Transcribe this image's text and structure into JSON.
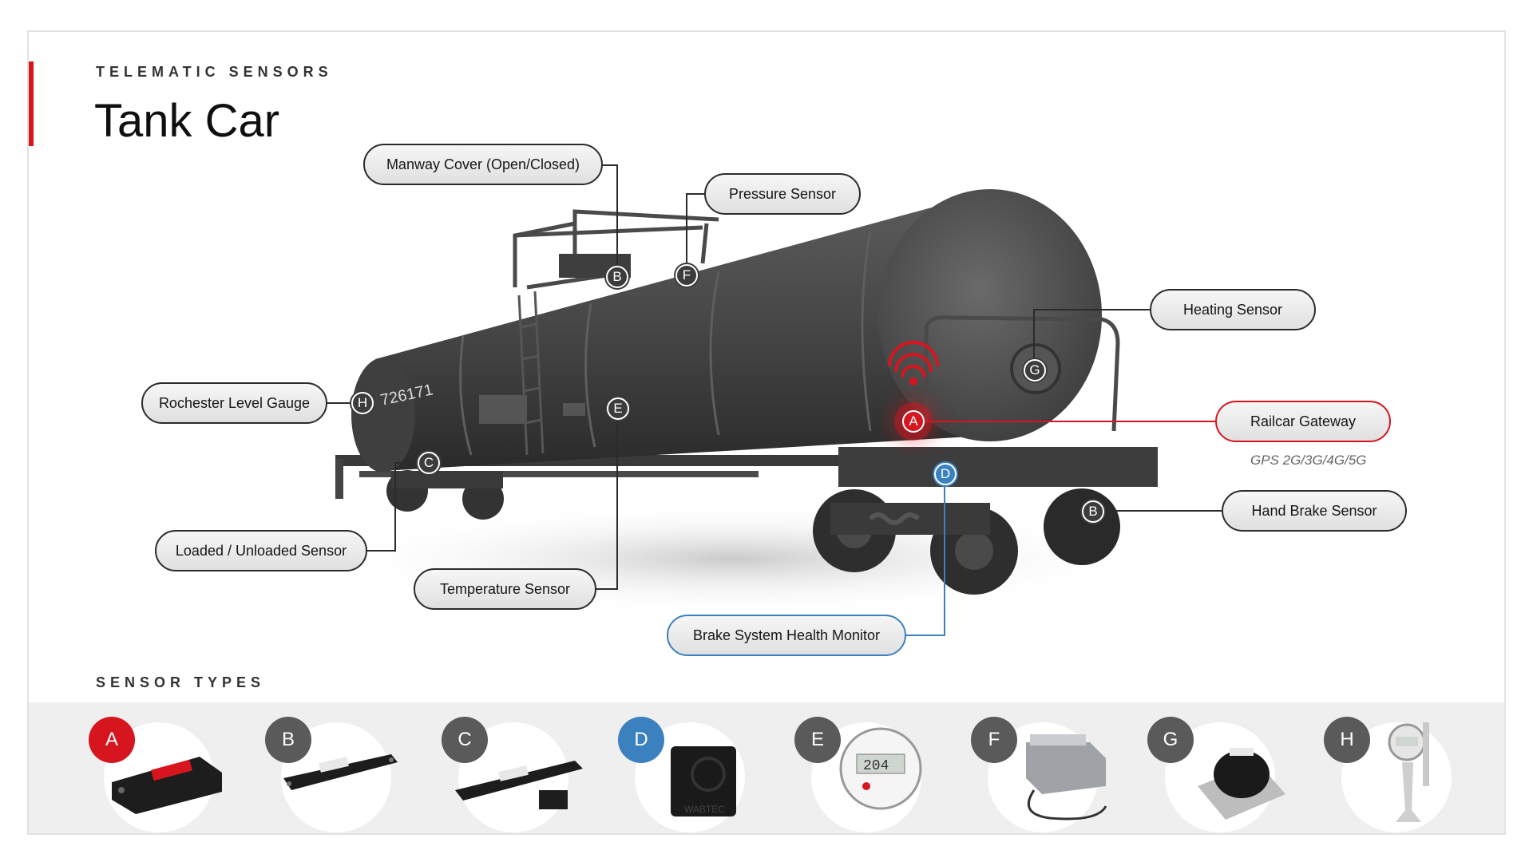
{
  "header": {
    "kicker": "TELEMATIC SENSORS",
    "title": "Tank Car"
  },
  "callouts": {
    "manway": "Manway Cover (Open/Closed)",
    "pressure": "Pressure Sensor",
    "heating": "Heating Sensor",
    "rochester": "Rochester Level Gauge",
    "gateway": "Railcar Gateway",
    "gateway_sub": "GPS 2G/3G/4G/5G",
    "handbrake": "Hand Brake Sensor",
    "loaded": "Loaded / Unloaded Sensor",
    "temperature": "Temperature Sensor",
    "brake_health": "Brake System Health Monitor"
  },
  "markers": {
    "manway": "B",
    "pressure": "F",
    "heating": "G",
    "rochester": "H",
    "gateway": "A",
    "brake_health": "D",
    "handbrake": "B",
    "loaded": "C",
    "temperature": "E"
  },
  "car_number": "726171",
  "sensor_types": {
    "heading": "SENSOR TYPES",
    "items": [
      "A",
      "B",
      "C",
      "D",
      "E",
      "F",
      "G",
      "H"
    ]
  },
  "device_text": {
    "gauge_reading": "204",
    "brand": "WABTEC"
  },
  "colors": {
    "accent_red": "#d6151f",
    "accent_blue": "#3b80bf",
    "marker_gray": "#3c3c3c"
  },
  "icons": {
    "gateway_signal": "wifi-signal-icon"
  }
}
